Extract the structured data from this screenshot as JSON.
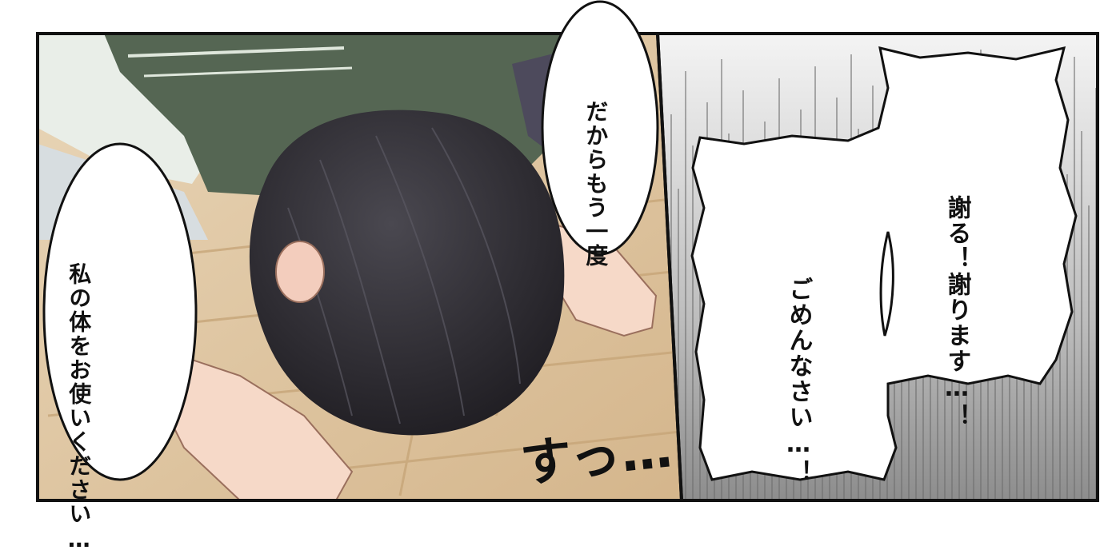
{
  "panels": [
    {
      "id": "left",
      "bubbles": [
        {
          "id": "kneel",
          "lines": [
            "私の体を",
            "お使いください…"
          ]
        },
        {
          "id": "again",
          "lines": [
            "だからもう一度"
          ]
        }
      ],
      "sfx": "すっ…"
    },
    {
      "id": "right",
      "bubbles": [
        {
          "id": "apology",
          "lines": [
            "謝る！",
            "謝ります…！"
          ]
        },
        {
          "id": "sorry",
          "lines": [
            "ごめんなさい…！"
          ]
        }
      ]
    }
  ]
}
